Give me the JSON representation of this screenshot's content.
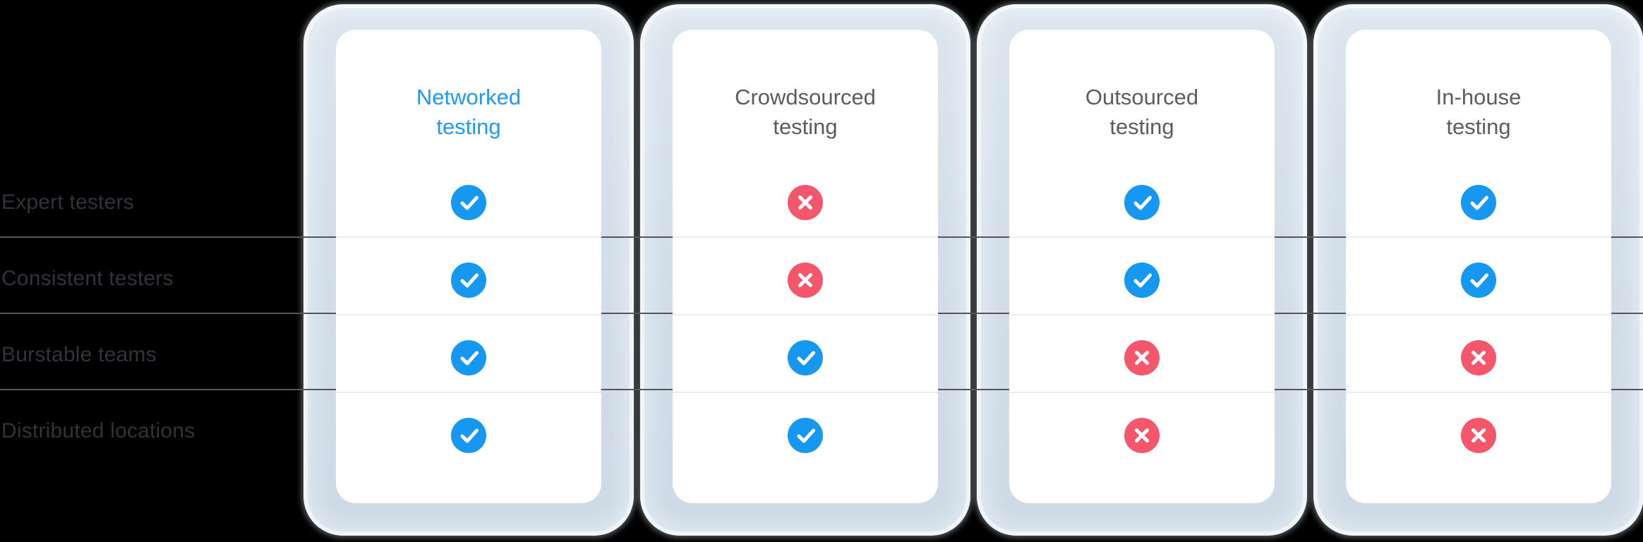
{
  "colors": {
    "background": "#000000",
    "accent_blue": "#1d9bf0",
    "check_blue": "#1697f0",
    "cross_red": "#f4566b",
    "header_gray": "#595d61",
    "row_label_gray": "#2f343a",
    "card_glow_blue": "#d2dee9",
    "card_body_white": "#ffffff",
    "divider_in_card": "#ececec",
    "divider_full_width": "#54575a"
  },
  "rows": [
    {
      "label": "Expert testers"
    },
    {
      "label": "Consistent testers"
    },
    {
      "label": "Burstable teams"
    },
    {
      "label": "Distributed locations"
    }
  ],
  "columns": [
    {
      "title_lines": [
        "Networked",
        "testing"
      ],
      "highlighted": true,
      "values": [
        true,
        true,
        true,
        true
      ]
    },
    {
      "title_lines": [
        "Crowdsourced",
        "testing"
      ],
      "highlighted": false,
      "values": [
        false,
        false,
        true,
        true
      ]
    },
    {
      "title_lines": [
        "Outsourced",
        "testing"
      ],
      "highlighted": false,
      "values": [
        true,
        true,
        false,
        false
      ]
    },
    {
      "title_lines": [
        "In-house",
        "testing"
      ],
      "highlighted": false,
      "values": [
        true,
        true,
        false,
        false
      ]
    }
  ],
  "icons": {
    "check": "check-icon",
    "cross": "cross-icon"
  }
}
